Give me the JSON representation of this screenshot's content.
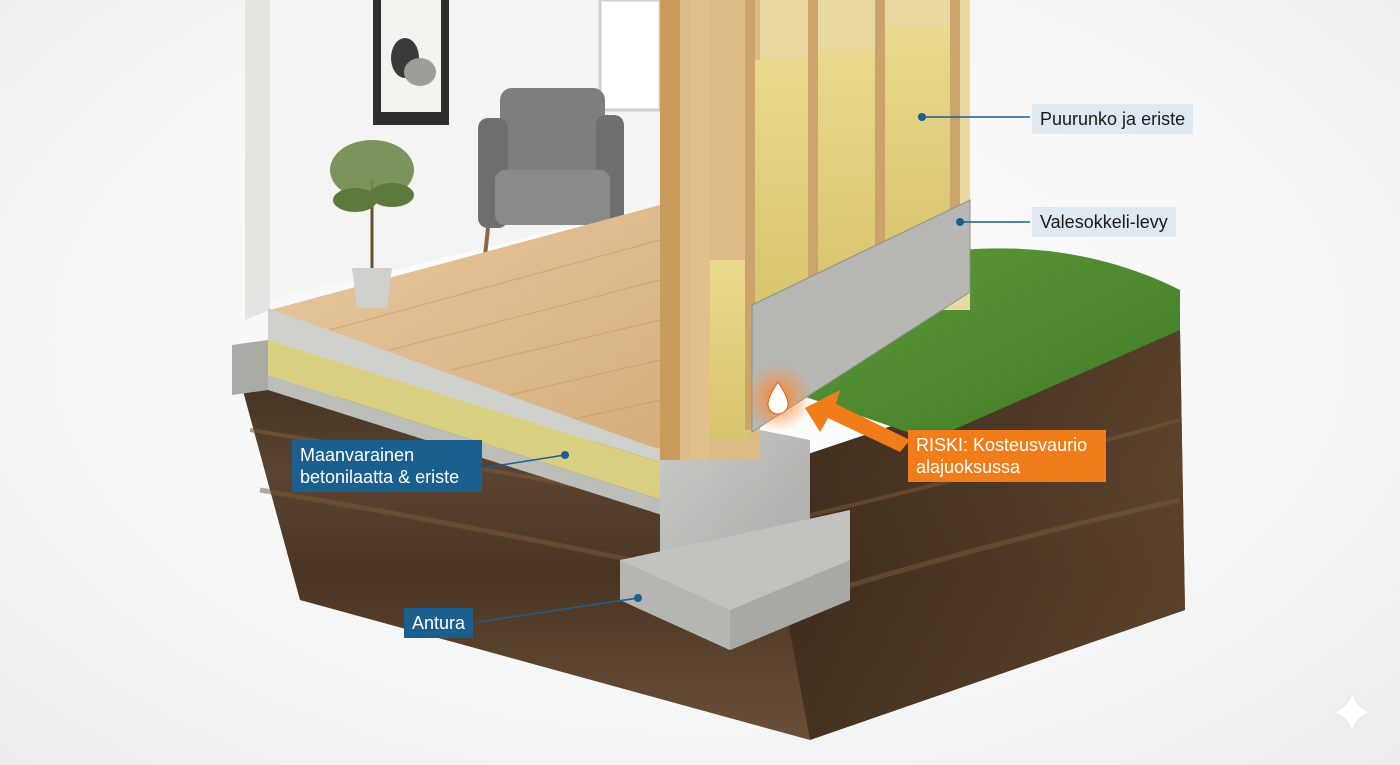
{
  "labels": {
    "frame_insulation": "Puurunko ja eriste",
    "plinth_board": "Valesokkeli-levy",
    "slab_line1": "Maanvarainen",
    "slab_line2": "betonilaatta & eriste",
    "footing": "Antura",
    "risk_line1": "RISKI: Kosteusvaurio",
    "risk_line2": "alajuoksussa"
  },
  "colors": {
    "label_light_bg": "#dfe9f1",
    "label_dark_bg": "#1b5f8f",
    "risk_accent": "#f07d1a",
    "leader_line": "#1b5f8f"
  },
  "icons": {
    "moisture": "water-drop-icon",
    "risk_arrow": "arrow-icon",
    "watermark": "sparkle-icon"
  }
}
